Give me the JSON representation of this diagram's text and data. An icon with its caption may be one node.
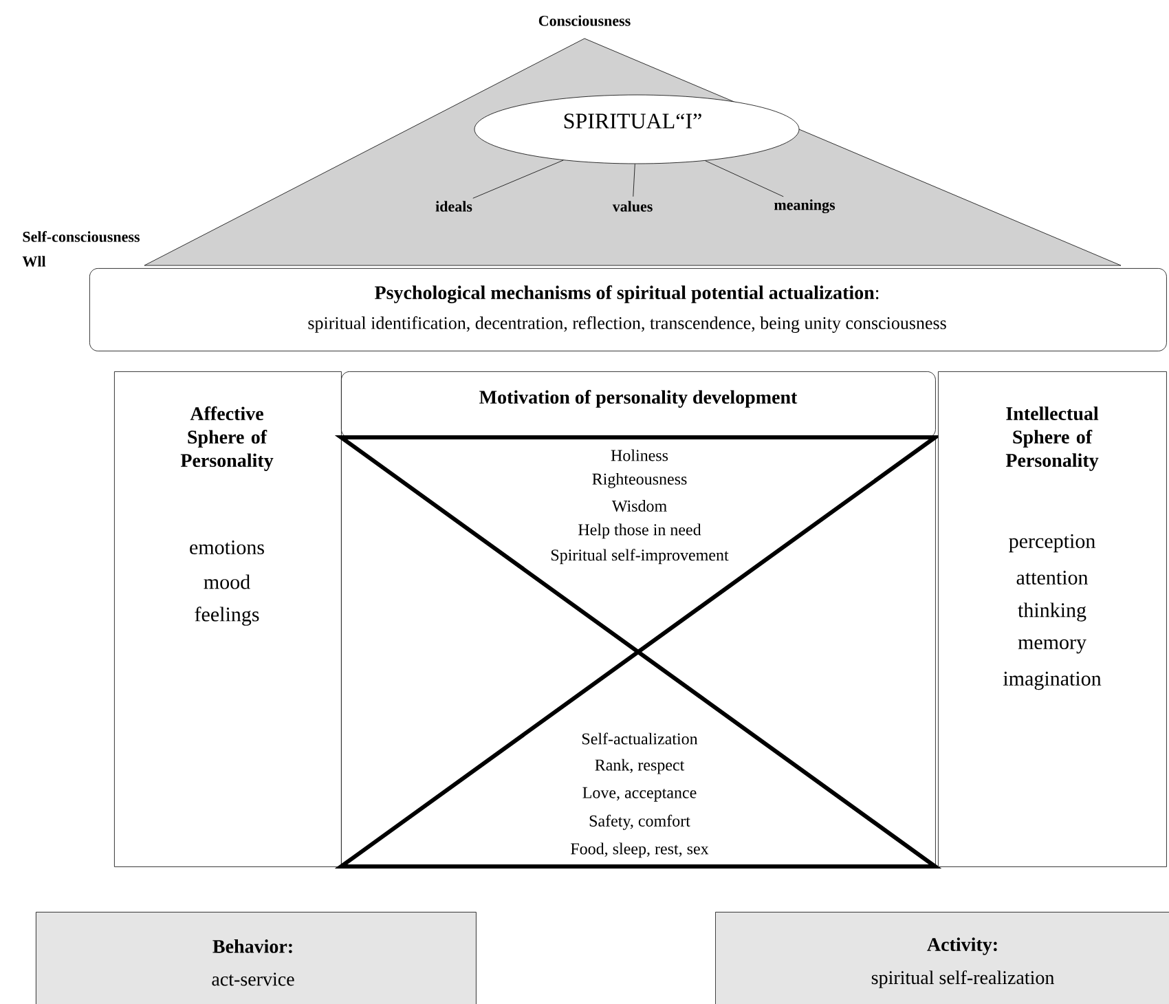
{
  "diagram": {
    "nodes": [
      {
        "text": [
          "Consciousness"
        ]
      },
      {
        "text": [
          "SPIRITUAL“I”"
        ],
        "in": 0
      },
      {
        "text": [
          "ideals"
        ],
        "in": 0
      },
      {
        "text": [
          "values"
        ],
        "in": 0
      },
      {
        "text": [
          "meanings"
        ],
        "in": 0
      },
      {
        "text": [
          "**Psychological mechanisms of spiritual potential actualization**:",
          "spiritual identification, decentration, reflection, transcendence, being unity consciousness"
        ]
      },
      {
        "text": [
          "Affective Sphere of Personality",
          "emotions",
          "mood",
          "feelings"
        ]
      },
      {
        "text": [
          "Motivation of personality development"
        ]
      },
      {
        "text": [
          "Holiness",
          "Righteousness",
          "Wisdom",
          "Help those in need",
          "Spiritual self-improvement",
          "Self-actualization",
          "Rank, respect",
          "Love, acceptance",
          "Safety, comfort",
          "Food, sleep, rest, sex"
        ]
      },
      {
        "text": [
          "Intellectual Sphere of Personality",
          "perception",
          "attention",
          "thinking",
          "memory",
          "imagination"
        ]
      },
      {
        "text": [
          "Behavior:",
          "act-service"
        ]
      },
      {
        "text": [
          "Activity:",
          "spiritual self-realization"
        ]
      }
    ],
    "edges": [
      {
        "from": 1,
        "to": 2,
        "arrow": "none"
      },
      {
        "from": 1,
        "to": 3,
        "arrow": "none"
      },
      {
        "from": 1,
        "to": 4,
        "arrow": "none"
      }
    ],
    "labels": [
      "Self-consciousness",
      "Wll"
    ]
  }
}
